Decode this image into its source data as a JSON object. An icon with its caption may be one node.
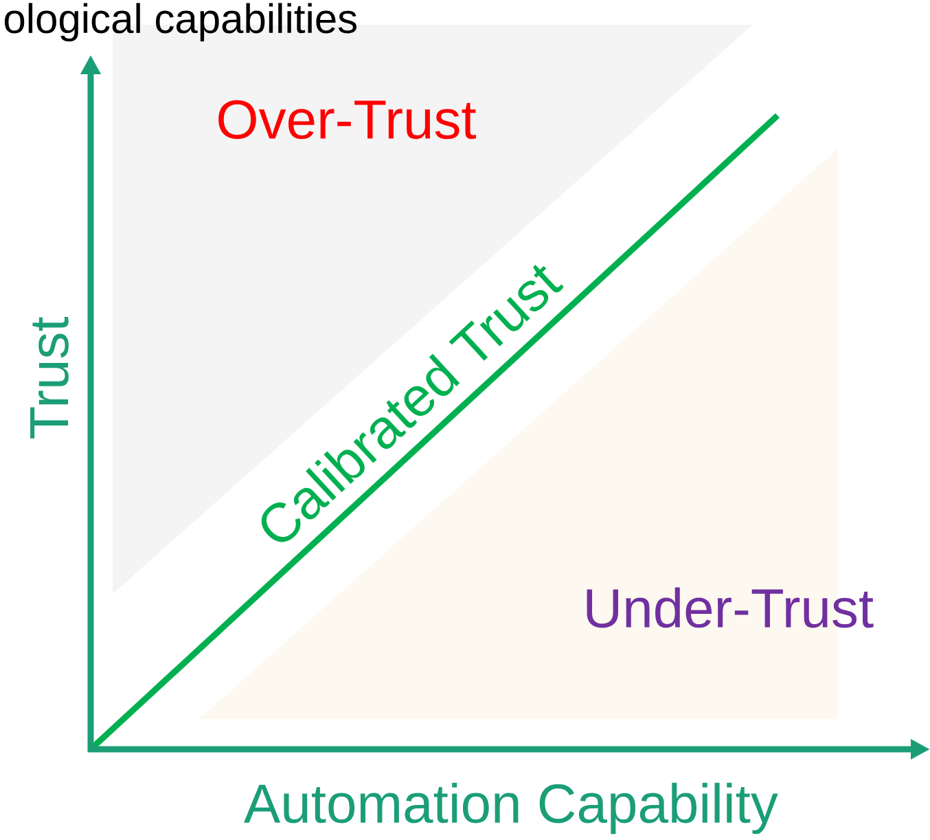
{
  "diagram": {
    "nodes": [
      {
        "text": [
          "Over-Trust"
        ]
      },
      {
        "text": [
          "Under-Trust"
        ]
      }
    ],
    "labels": [
      "ological capabilities",
      "Calibrated Trust",
      "Trust",
      "Automation Capability"
    ]
  }
}
